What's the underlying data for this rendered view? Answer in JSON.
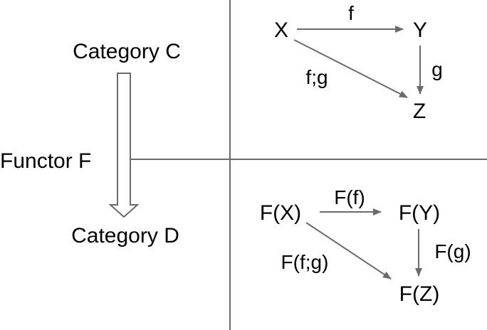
{
  "left": {
    "category_c": "Category C",
    "functor": "Functor F",
    "category_d": "Category D"
  },
  "top_diagram": {
    "x": "X",
    "y": "Y",
    "z": "Z",
    "f": "f",
    "g": "g",
    "composite": "f;g"
  },
  "bottom_diagram": {
    "fx": "F(X)",
    "fy": "F(Y)",
    "fz": "F(Z)",
    "ff": "F(f)",
    "fg": "F(g)",
    "composite": "F(f;g)"
  },
  "colors": {
    "line": "#6b6b6b",
    "arrow_fill": "#ffffff",
    "text": "#000000"
  }
}
